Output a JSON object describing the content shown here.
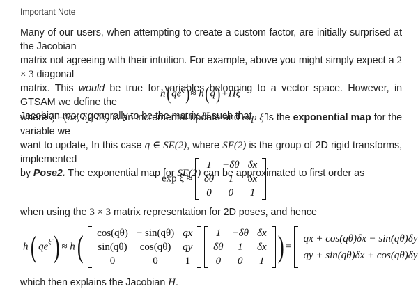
{
  "note": {
    "title": "Important Note"
  },
  "paragraph1": {
    "line1": "Many of our users, when attempting to create a custom factor, are initially surprised at the Jacobian",
    "line2_pre": "matrix not agreeing with their intuition. For example, above you might simply expect a ",
    "line2_math": "2 × 3",
    "line2_post": " diagonal",
    "line3_pre": "matrix. This ",
    "line3_em": "would",
    "line3_post": " be true for variables belonging to a vector space. However, in GTSAM we define the",
    "line4_pre": "Jacobian more generally to be the matrix ",
    "line4_math": "H",
    "line4_post": " such that"
  },
  "equation1": {
    "lhs_h": "h",
    "lhs_arg": "qe",
    "lhs_sup": "ξ̂",
    "approx": "≈",
    "rhs_h": "h",
    "rhs_arg": "q",
    "rhs_tail": "+Hξ"
  },
  "paragraph2": {
    "w1": "where ",
    "xi_def": "ξ =(δx, δy, δθ)",
    "w2": " is an incremental update and ",
    "exp": "exp ξ̂",
    "w3": " is the ",
    "bold": "exponential map",
    "w4": " for the variable we",
    "l2a": "want to update, In this case ",
    "l2m1": "q ∈ SE(2)",
    "l2b": ", where ",
    "l2m2": "SE(2)",
    "l2c": " is the group of 2D rigid transforms, implemented",
    "l3a": "by ",
    "l3bold": "Pose2.",
    "l3b": " The exponential map for ",
    "l3m": "SE(2)",
    "l3c": " can be approximated to first order as"
  },
  "equation2": {
    "lhs": "exp ξ̂ ≈",
    "matrix": [
      [
        "1",
        "−δθ",
        "δx"
      ],
      [
        "δθ",
        "1",
        "δx"
      ],
      [
        "0",
        "0",
        "1"
      ]
    ]
  },
  "paragraph3": {
    "pre": "when using the ",
    "math": "3 × 3",
    "post": " matrix representation for 2D poses, and hence"
  },
  "equation3": {
    "h": "h",
    "arg": "qe",
    "sup": "ξ̂",
    "approx": "≈ h",
    "rotation": [
      [
        "cos(qθ)",
        "− sin(qθ)",
        "qx"
      ],
      [
        "sin(qθ)",
        "cos(qθ)",
        "qy"
      ],
      [
        "0",
        "0",
        "1"
      ]
    ],
    "increment": [
      [
        "1",
        "−δθ",
        "δx"
      ],
      [
        "δθ",
        "1",
        "δx"
      ],
      [
        "0",
        "0",
        "1"
      ]
    ],
    "equals": "=",
    "result": [
      [
        "qx + cos(qθ)δx − sin(qθ)δy"
      ],
      [
        "qy + sin(qθ)δx + cos(qθ)δy"
      ]
    ]
  },
  "paragraph4": {
    "pre": "which then explains the Jacobian ",
    "math": "H",
    "post": "."
  }
}
